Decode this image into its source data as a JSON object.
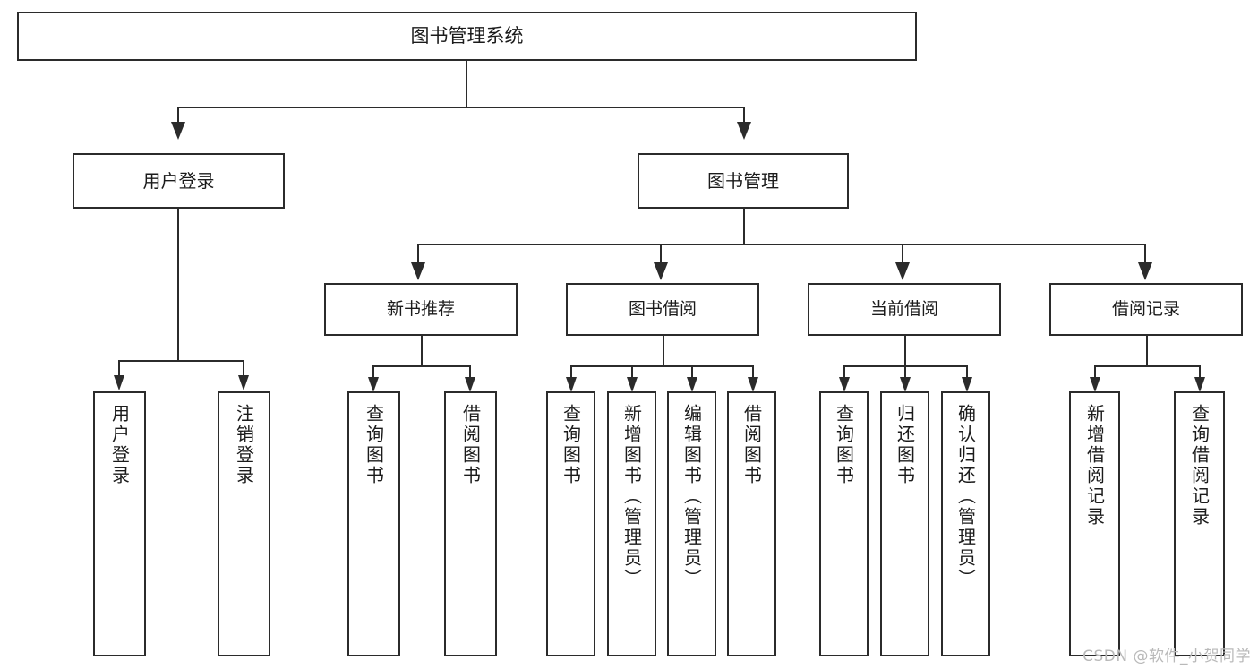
{
  "diagram": {
    "title": "图书管理系统",
    "type": "tree",
    "root": {
      "label": "图书管理系统",
      "children": [
        {
          "label": "用户登录",
          "children": [
            {
              "label": "用户登录"
            },
            {
              "label": "注销登录"
            }
          ]
        },
        {
          "label": "图书管理",
          "children": [
            {
              "label": "新书推荐",
              "children": [
                {
                  "label": "查询图书"
                },
                {
                  "label": "借阅图书"
                }
              ]
            },
            {
              "label": "图书借阅",
              "children": [
                {
                  "label": "查询图书"
                },
                {
                  "label": "新增图书（管理员）"
                },
                {
                  "label": "编辑图书（管理员）"
                },
                {
                  "label": "借阅图书"
                }
              ]
            },
            {
              "label": "当前借阅",
              "children": [
                {
                  "label": "查询图书"
                },
                {
                  "label": "归还图书"
                },
                {
                  "label": "确认归还（管理员）"
                }
              ]
            },
            {
              "label": "借阅记录",
              "children": [
                {
                  "label": "新增借阅记录"
                },
                {
                  "label": "查询借阅记录"
                }
              ]
            }
          ]
        }
      ]
    }
  },
  "nodes": {
    "root": "图书管理系统",
    "user_login": "用户登录",
    "book_manage": "图书管理",
    "new_book_rec": "新书推荐",
    "book_borrow": "图书借阅",
    "current_borrow": "当前借阅",
    "borrow_record": "借阅记录",
    "leaf_user_login": "用户登录",
    "leaf_logout": "注销登录",
    "leaf_query_book_1": "查询图书",
    "leaf_borrow_book_1": "借阅图书",
    "leaf_query_book_2": "查询图书",
    "leaf_add_book_admin": "新增图书（管理员）",
    "leaf_edit_book_admin": "编辑图书（管理员）",
    "leaf_borrow_book_2": "借阅图书",
    "leaf_query_book_3": "查询图书",
    "leaf_return_book": "归还图书",
    "leaf_confirm_return_admin": "确认归还（管理员）",
    "leaf_add_record": "新增借阅记录",
    "leaf_query_record": "查询借阅记录"
  },
  "watermark": {
    "text": "CSDN @软件_小贺同学"
  },
  "colors": {
    "border": "#2b2b2b",
    "background": "#ffffff",
    "text": "#1b1b1b",
    "watermark": "#b9b9b9"
  }
}
